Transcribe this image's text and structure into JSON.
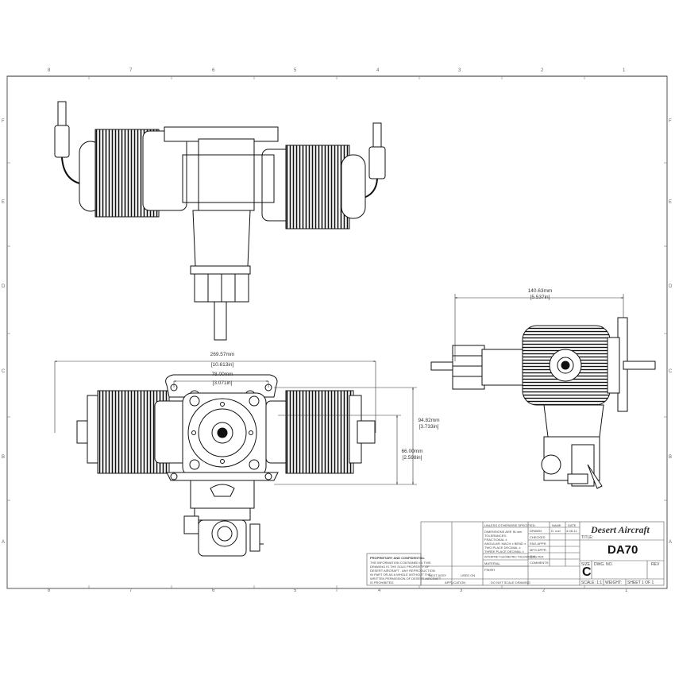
{
  "zones": {
    "top": [
      "8",
      "7",
      "6",
      "5",
      "4",
      "3",
      "2",
      "1"
    ],
    "bottom": [
      "8",
      "7",
      "6",
      "5",
      "4",
      "3",
      "2",
      "1"
    ],
    "left": [
      "F",
      "E",
      "D",
      "C",
      "B",
      "A"
    ],
    "right": [
      "F",
      "E",
      "D",
      "C",
      "B",
      "A"
    ]
  },
  "dimensions": {
    "overall_width": {
      "mm": "269.57mm",
      "in": "[10.613in]"
    },
    "mount_width": {
      "mm": "78.00mm",
      "in": "[3.071in]"
    },
    "height_total": {
      "mm": "94.82mm",
      "in": "[3.733in]"
    },
    "height_mount": {
      "mm": "66.00mm",
      "in": "[2.598in]"
    },
    "side_length": {
      "mm": "140.63mm",
      "in": "[5.537in]"
    }
  },
  "title_block": {
    "unless": "UNLESS OTHERWISE SPECIFIED:",
    "name_hdr": "NAME",
    "date_hdr": "DATE",
    "drawn": "DRAWN",
    "drawn_name": "D. non",
    "drawn_date": "4-08-11",
    "checked": "CHECKED",
    "eng_appr": "ENG APPR.",
    "mfg_appr": "MFG APPR.",
    "qa": "Q.A.",
    "comments": "COMMENTS:",
    "dims": "DIMENSIONS ARE IN mm",
    "tol": "TOLERANCES:",
    "fractional": "FRACTIONAL ±",
    "angular": "ANGULAR: MACH ±   BEND ±",
    "two_place": "TWO PLACE DECIMAL   ±",
    "three_place": "THREE PLACE DECIMAL ±",
    "interpret": "INTERPRET GEOMETRIC TOLERANCING PER:",
    "material": "MATERIAL",
    "finish": "FINISH",
    "next_assy": "NEXT ASSY",
    "used_on": "USED ON",
    "application": "APPLICATION",
    "do_not_scale": "DO NOT SCALE DRAWING",
    "proprietary": "PROPRIETARY AND CONFIDENTIAL",
    "prop_text_1": "THE INFORMATION CONTAINED IN THIS",
    "prop_text_2": "DRAWING IS THE SOLE PROPERTY OF",
    "prop_text_3": "DESERT AIRCRAFT . ANY REPRODUCTION",
    "prop_text_4": "IN PART OR AS A WHOLE WITHOUT THE",
    "prop_text_5": "WRITTEN PERMISSION OF DESERT AIRCRAFT",
    "prop_text_6": "IS PROHIBITED.",
    "brand": "Desert Aircraft",
    "title_label": "TITLE:",
    "title": "DA70",
    "size_label": "SIZE",
    "size": "C",
    "dwg_label": "DWG. NO.",
    "rev_label": "REV",
    "scale": "SCALE: 1:1",
    "weight": "WEIGHT:",
    "sheet": "SHEET 1 OF 1"
  },
  "colors": {
    "line": "#1a1a1a",
    "frame": "#555555",
    "paper": "#ffffff"
  }
}
